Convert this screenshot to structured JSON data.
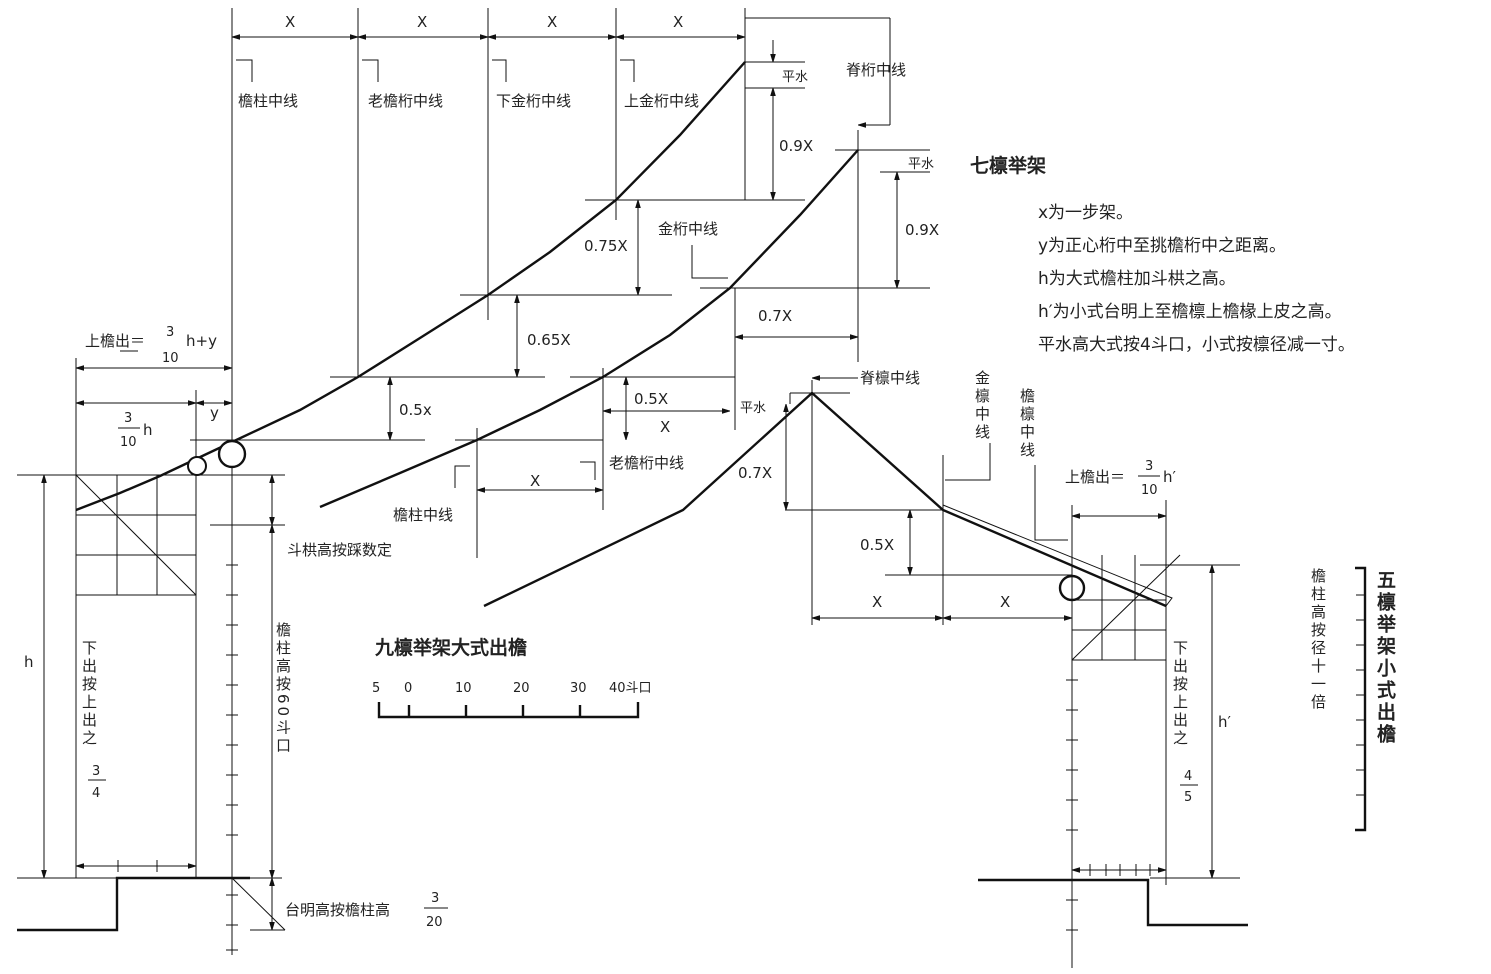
{
  "notes": {
    "title7": "七檩举架",
    "lines": [
      "x为一步架。",
      "y为正心桁中至挑檐桁中之距离。",
      "h为大式檐柱加斗栱之高。",
      "h′为小式台明上至檐檩上檐椽上皮之高。",
      "平水高大式按4斗口，小式按檩径减一寸。"
    ]
  },
  "nine": {
    "steps": [
      "X",
      "X",
      "X",
      "X"
    ],
    "col_labels": [
      "檐柱中线",
      "老檐桁中线",
      "下金桁中线",
      "上金桁中线"
    ],
    "ridge_label": "脊桁中线",
    "pingshui": "平水",
    "rises": [
      "0.9X",
      "0.75X",
      "0.65X",
      "0.5x"
    ],
    "eave_out": {
      "prefix": "上檐出＝",
      "num": "3",
      "den": "10",
      "suffix": "h+y"
    },
    "eave_part": {
      "num": "3",
      "den": "10",
      "suffix": "h"
    },
    "y": "y",
    "h": "h",
    "dougong": "斗栱高按踩数定",
    "col_height": "檐柱高按60斗口",
    "down_out": {
      "text": "下出按上出之",
      "num": "3",
      "den": "4"
    },
    "platform": {
      "text": "台明高按檐柱高",
      "num": "3",
      "den": "20"
    },
    "title": "九檩举架大式出檐",
    "scale": [
      "5",
      "0",
      "10",
      "20",
      "30",
      "40斗口"
    ]
  },
  "seven": {
    "pingshui": "平水",
    "rises": [
      "0.9X",
      "0.7X",
      "0.5X"
    ],
    "jin_label": "金桁中线",
    "laoyan_label": "老檐桁中线",
    "yanzhu_label": "檐柱中线",
    "steps": [
      "X",
      "X"
    ]
  },
  "five": {
    "ridge_label": "脊檩中线",
    "pingshui": "平水",
    "rises": [
      "0.7X",
      "0.5X"
    ],
    "steps": [
      "X",
      "X"
    ],
    "jin_label": "金檩中线",
    "yan_label": "檐檩中线",
    "eave_out": {
      "prefix": "上檐出＝",
      "num": "3",
      "den": "10",
      "suffix": "h′"
    },
    "hprime": "h′",
    "down_out": {
      "text": "下出按上出之",
      "num": "4",
      "den": "5"
    },
    "col_height": "檐柱高按径十一倍",
    "title": "五檩举架小式出檐"
  }
}
